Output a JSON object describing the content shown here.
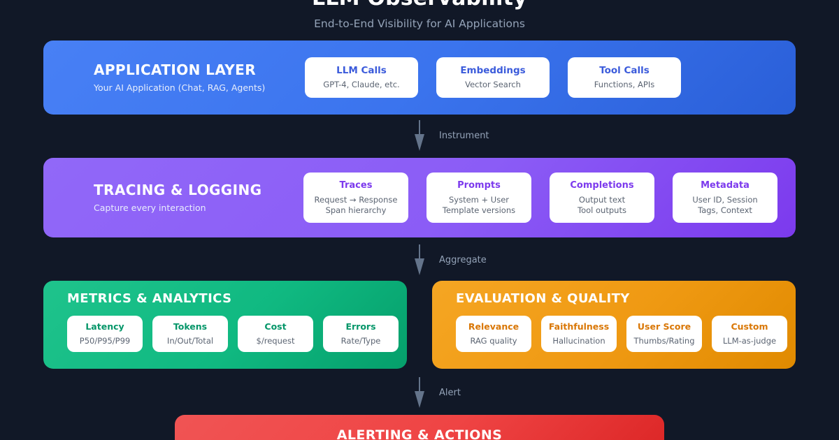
{
  "header": {
    "title": "LLM Observability",
    "subtitle": "End-to-End Visibility for AI Applications"
  },
  "colors": {
    "background": "#111827",
    "application": "#3b74ee",
    "tracing": "#8b5cf6",
    "metrics": "#10b981",
    "evaluation": "#ef9912",
    "alerting": "#ef4444",
    "connector": "#64748b",
    "connector_label": "#94a3b8"
  },
  "layers": {
    "application": {
      "title": "APPLICATION LAYER",
      "subtitle": "Your AI Application (Chat, RAG, Agents)",
      "cards": [
        {
          "title": "LLM Calls",
          "lines": [
            "GPT-4, Claude, etc."
          ]
        },
        {
          "title": "Embeddings",
          "lines": [
            "Vector Search"
          ]
        },
        {
          "title": "Tool Calls",
          "lines": [
            "Functions, APIs"
          ]
        }
      ]
    },
    "tracing": {
      "title": "TRACING & LOGGING",
      "subtitle": "Capture every interaction",
      "cards": [
        {
          "title": "Traces",
          "lines": [
            "Request → Response",
            "Span hierarchy"
          ]
        },
        {
          "title": "Prompts",
          "lines": [
            "System + User",
            "Template versions"
          ]
        },
        {
          "title": "Completions",
          "lines": [
            "Output text",
            "Tool outputs"
          ]
        },
        {
          "title": "Metadata",
          "lines": [
            "User ID, Session",
            "Tags, Context"
          ]
        }
      ]
    },
    "metrics": {
      "title": "METRICS & ANALYTICS",
      "cards": [
        {
          "title": "Latency",
          "lines": [
            "P50/P95/P99"
          ]
        },
        {
          "title": "Tokens",
          "lines": [
            "In/Out/Total"
          ]
        },
        {
          "title": "Cost",
          "lines": [
            "$/request"
          ]
        },
        {
          "title": "Errors",
          "lines": [
            "Rate/Type"
          ]
        }
      ]
    },
    "evaluation": {
      "title": "EVALUATION & QUALITY",
      "cards": [
        {
          "title": "Relevance",
          "lines": [
            "RAG quality"
          ]
        },
        {
          "title": "Faithfulness",
          "lines": [
            "Hallucination"
          ]
        },
        {
          "title": "User Score",
          "lines": [
            "Thumbs/Rating"
          ]
        },
        {
          "title": "Custom",
          "lines": [
            "LLM-as-judge"
          ]
        }
      ]
    },
    "alerting": {
      "title": "ALERTING & ACTIONS"
    }
  },
  "connectors": [
    {
      "label": "Instrument"
    },
    {
      "label": "Aggregate"
    },
    {
      "label": "Alert"
    }
  ]
}
